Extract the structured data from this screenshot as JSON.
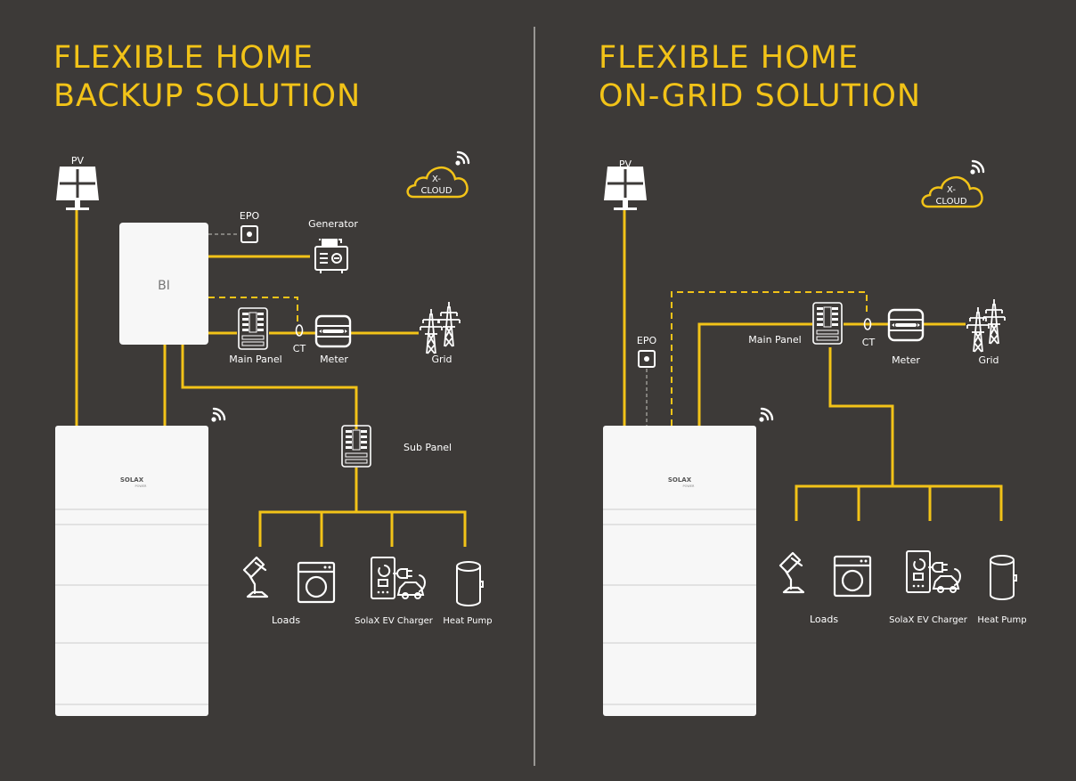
{
  "colors": {
    "background": "#3d3a38",
    "accent": "#f2c318",
    "unit": "#f7f7f7",
    "label": "#ffffff"
  },
  "left": {
    "title_line1": "FLEXIBLE HOME",
    "title_line2": "BACKUP SOLUTION",
    "pv": "PV",
    "cloud_line1": "X-",
    "cloud_line2": "CLOUD",
    "inverter": "BI",
    "epo": "EPO",
    "generator": "Generator",
    "main_panel": "Main Panel",
    "ct": "CT",
    "meter": "Meter",
    "grid": "Grid",
    "sub_panel": "Sub Panel",
    "battery_brand": "SOLAX",
    "battery_brand_sub": "POWER",
    "loads": "Loads",
    "ev_charger": "SolaX EV Charger",
    "heat_pump": "Heat Pump"
  },
  "right": {
    "title_line1": "FLEXIBLE HOME",
    "title_line2": "ON-GRID SOLUTION",
    "pv": "PV",
    "cloud_line1": "X-",
    "cloud_line2": "CLOUD",
    "epo": "EPO",
    "main_panel": "Main Panel",
    "ct": "CT",
    "meter": "Meter",
    "grid": "Grid",
    "battery_brand": "SOLAX",
    "battery_brand_sub": "POWER",
    "loads": "Loads",
    "ev_charger": "SolaX EV Charger",
    "heat_pump": "Heat Pump"
  },
  "icons": [
    "solar-panel-icon",
    "cloud-icon",
    "wifi-icon",
    "epo-switch-icon",
    "generator-icon",
    "breaker-panel-icon",
    "ct-clamp-icon",
    "meter-icon",
    "pylon-icon",
    "lamp-icon",
    "washing-machine-icon",
    "ev-charger-icon",
    "car-icon",
    "heat-pump-icon"
  ]
}
